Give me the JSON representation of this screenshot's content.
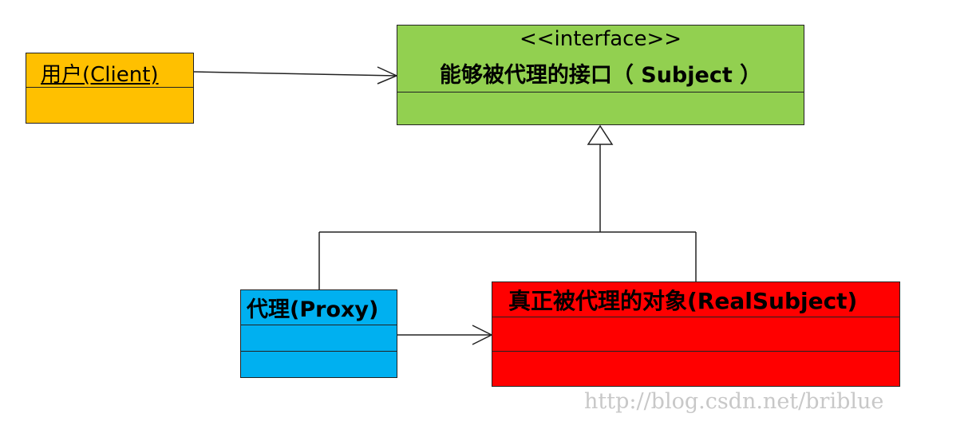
{
  "client": {
    "title": "用户(Client)",
    "fill_color": "#FFC000"
  },
  "subject": {
    "stereotype": "<<interface>>",
    "title": "能够被代理的接口（ Subject ）",
    "fill_color": "#92D050"
  },
  "proxy": {
    "title": "代理(Proxy)",
    "fill_color": "#00B0F0"
  },
  "real_subject": {
    "title": "真正被代理的对象(RealSubject)",
    "fill_color": "#FF0000"
  },
  "relations": [
    {
      "from": "client",
      "to": "subject",
      "type": "association"
    },
    {
      "from": "proxy",
      "to": "subject",
      "type": "realization"
    },
    {
      "from": "real_subject",
      "to": "subject",
      "type": "realization"
    },
    {
      "from": "proxy",
      "to": "real_subject",
      "type": "association"
    }
  ],
  "watermark": "http://blog.csdn.net/briblue"
}
